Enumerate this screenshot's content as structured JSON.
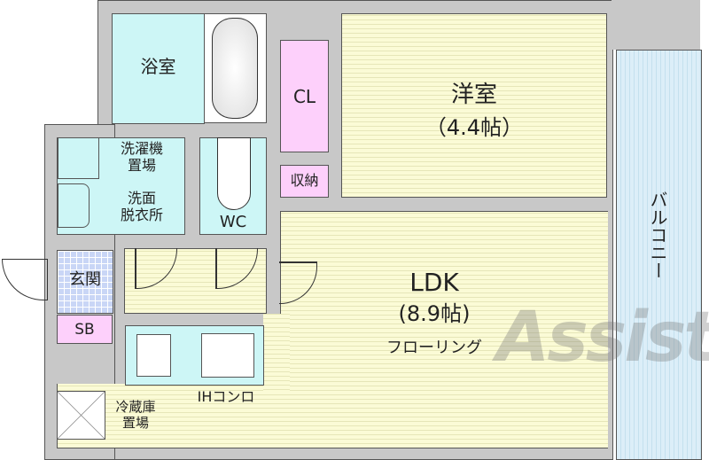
{
  "rooms": {
    "bath": "浴室",
    "closet": "CL",
    "western_room": "洋室",
    "western_size": "（4.4帖）",
    "laundry_1": "洗濯機",
    "laundry_2": "置場",
    "wash_1": "洗面",
    "wash_2": "脱衣所",
    "wc": "WC",
    "storage": "収納",
    "entrance": "玄関",
    "shoe_box": "SB",
    "ldk": "LDK",
    "ldk_size": "(8.9帖)",
    "flooring": "フローリング",
    "stove": "IHコンロ",
    "fridge_1": "冷蔵庫",
    "fridge_2": "置場",
    "balcony": "バルコニー"
  },
  "watermark": "Assist",
  "colors": {
    "wall": "#c8c8c8",
    "wet_area": "#cdf6f6",
    "storage": "#fdd0fb",
    "flooring": "#fbfbd6",
    "entrance": "#c9d6f6",
    "balcony": "#dceef8"
  }
}
